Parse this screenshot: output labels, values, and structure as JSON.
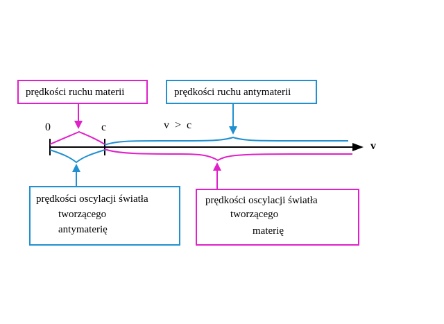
{
  "labels": {
    "zero": "0",
    "c": "c",
    "v_gt_c": "v  >  c",
    "axis_v": "v"
  },
  "boxes": {
    "matter_speed": "prędkości ruchu materii",
    "antimatter_speed": "prędkości ruchu antymaterii",
    "antimatter_osc": {
      "line1": "prędkości oscylacji światła",
      "line2": "tworzącego",
      "line3": "antymaterię"
    },
    "matter_osc": {
      "line1": "prędkości oscylacji światła",
      "line2": "tworzącego",
      "line3": "materię"
    }
  },
  "colors": {
    "magenta": "#e020c8",
    "blue": "#2090d0",
    "axis": "#000000"
  }
}
